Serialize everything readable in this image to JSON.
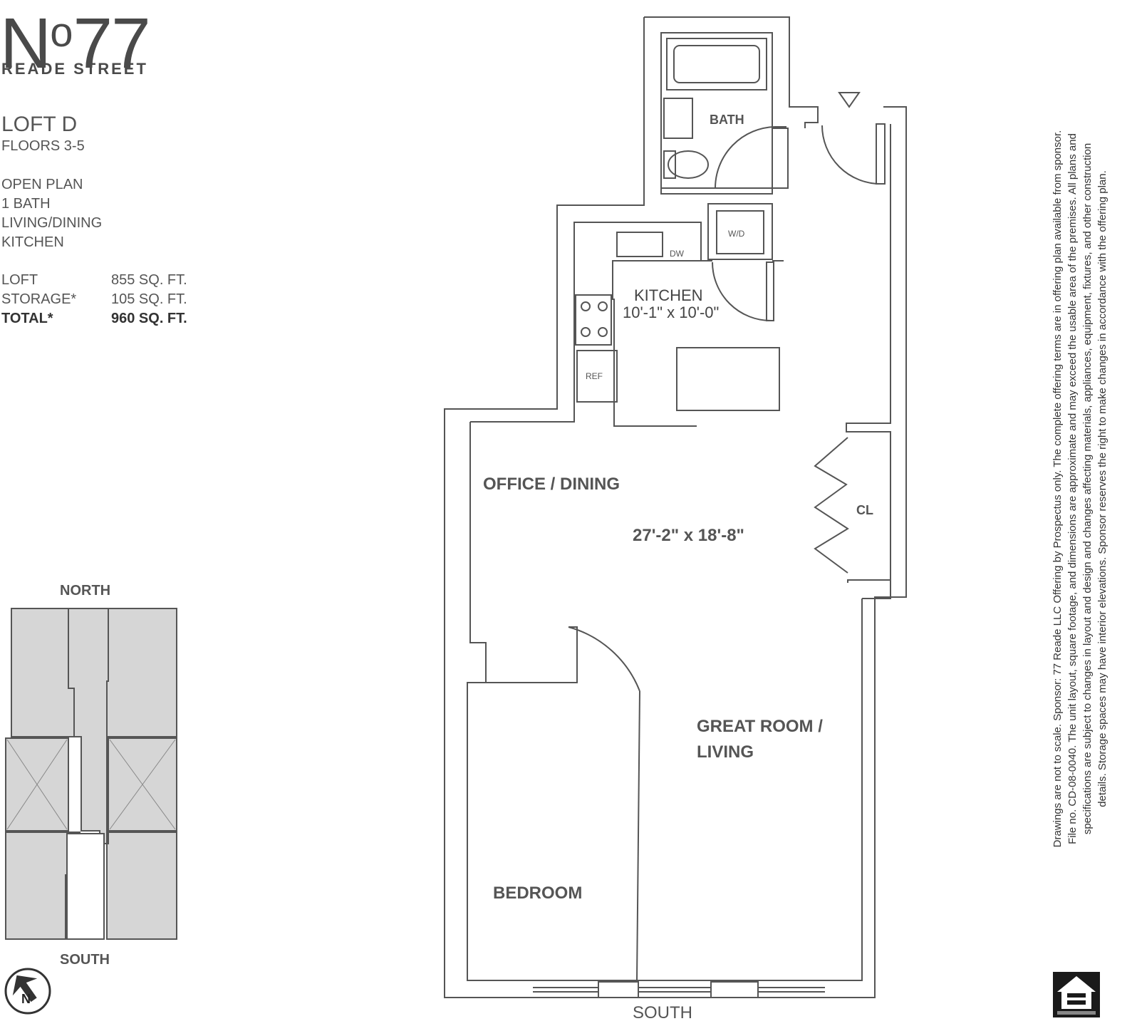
{
  "building": {
    "number": "77",
    "street": "READE STREET"
  },
  "unit": {
    "name": "LOFT D",
    "floors": "FLOORS 3-5",
    "features": [
      "OPEN PLAN",
      "1 BATH",
      "LIVING/DINING",
      "KITCHEN"
    ],
    "areas": [
      {
        "label": "LOFT",
        "value": "855 SQ. FT."
      },
      {
        "label": "STORAGE*",
        "value": "105 SQ. FT."
      },
      {
        "label": "TOTAL*",
        "value": "960 SQ. FT."
      }
    ]
  },
  "keyplan": {
    "north": "NORTH",
    "south": "SOUTH",
    "compass": "N"
  },
  "rooms": {
    "bath": "BATH",
    "wd": "W/D",
    "dw": "DW",
    "ref": "REF",
    "kitchen": "KITCHEN",
    "kitchen_dim": "10'-1\" x 10'-0\"",
    "office": "OFFICE / DINING",
    "great_room_dim": "27'-2\" x 18'-8\"",
    "closet": "CL",
    "great_room_1": "GREAT ROOM /",
    "great_room_2": "LIVING",
    "bedroom": "BEDROOM",
    "south": "SOUTH"
  },
  "disclaimer": [
    "Drawings are not to scale. Sponsor: 77 Reade LLC Offering by Prospectus only. The complete offering terms are in offering plan available from sponsor.",
    "File no. CD-08-0040. The unit layout, square footage, and dimensions are approximate and may exceed the usable area of the premises. All plans and",
    "specifications are subject to changes in layout and design and changes affecting materials, appliances, equipment, fixtures, and other construction",
    "details. Storage spaces may have interior elevations. Sponsor reserves the right to make changes in accordance with the offering plan."
  ]
}
